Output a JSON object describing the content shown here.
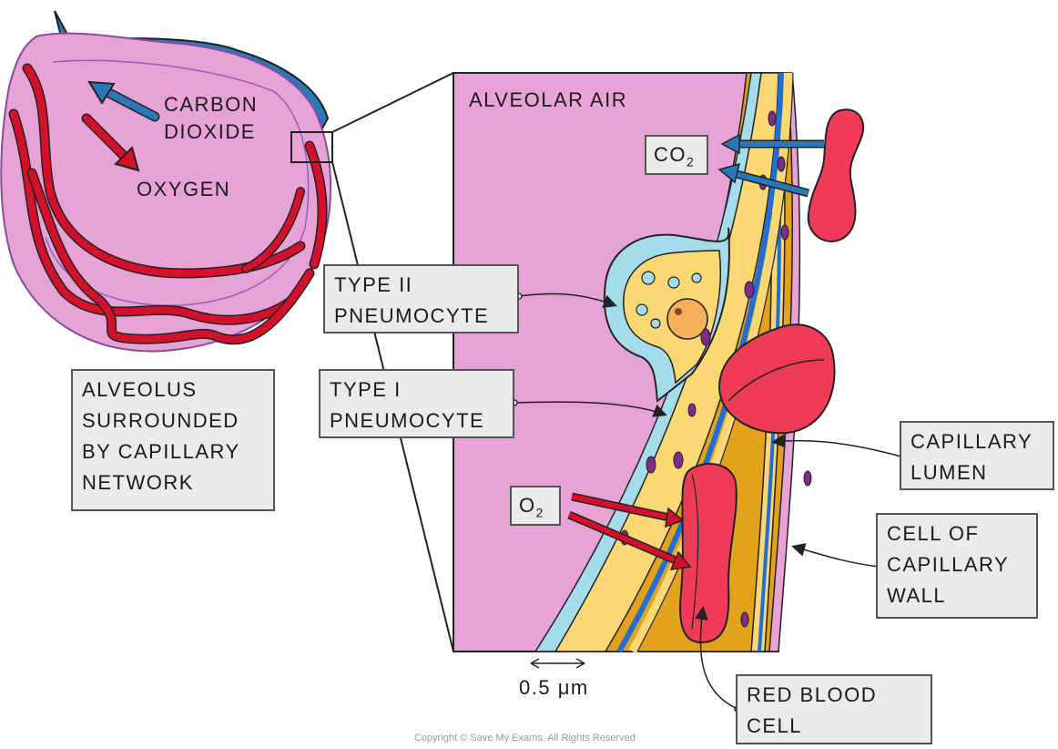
{
  "alveolus": {
    "co2_label_1": "CARBON",
    "co2_label_2": "DIOXIDE",
    "o2_label": "OXYGEN",
    "caption": [
      "ALVEOLUS",
      "SURROUNDED",
      "BY CAPILLARY",
      "NETWORK"
    ]
  },
  "detail": {
    "alveolar_air": "ALVEOLAR AIR",
    "co2": "CO",
    "co2_sub": "2",
    "o2": "O",
    "o2_sub": "2",
    "type2_label": [
      "TYPE II",
      "PNEUMOCYTE"
    ],
    "type1_label": [
      "TYPE I",
      "PNEUMOCYTE"
    ],
    "lumen_label": [
      "CAPILLARY",
      "LUMEN"
    ],
    "wall_cell_label": [
      "CELL OF",
      "CAPILLARY",
      "WALL"
    ],
    "rbc_label": [
      "RED BLOOD",
      "CELL"
    ],
    "scale": "0.5 μm"
  },
  "copyright": "Copyright © Save My Exams. All Rights Reserved",
  "colors": {
    "alveolus_pink": "#e7a3d5",
    "capillary_red": "#d3112a",
    "co2_blue": "#2a78b8",
    "plasma_orange": "#e3a21b",
    "endothelium_yellow": "#fbd873",
    "membrane_blue": "#1f6fd6",
    "fluid_cyan": "#a5dcec",
    "rbc_red": "#ef3b57",
    "nucleus_purple": "#7e2c86"
  }
}
